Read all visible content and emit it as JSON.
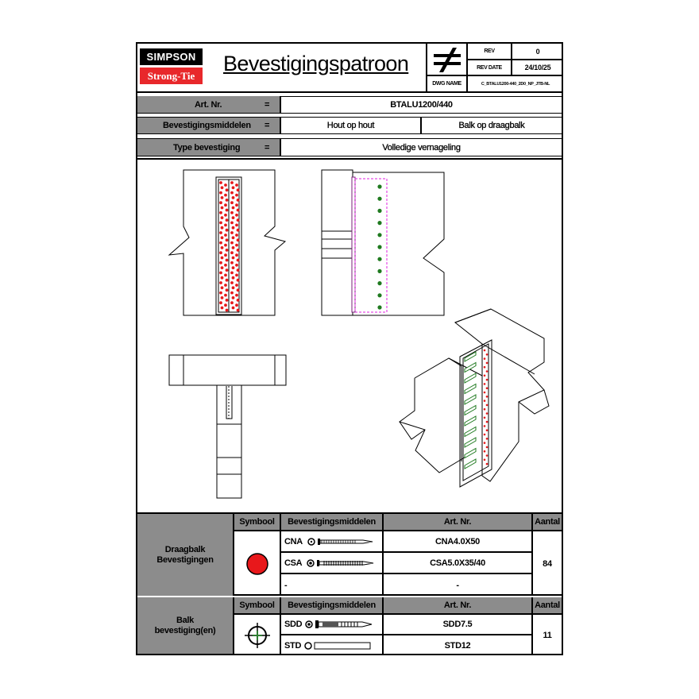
{
  "brand": {
    "line1": "SIMPSON",
    "line2": "Strong-Tie"
  },
  "title": "Bevestigingspatroon",
  "revision": {
    "rev_label": "REV",
    "rev_value": "0",
    "date_label": "REV DATE",
    "date_value": "24/10/25",
    "dwg_label": "DWG NAME",
    "dwg_value": "C_BTALU1200-440_2D0_NP_JTB-NL"
  },
  "info": {
    "art_label": "Art. Nr.",
    "art_value": "BTALU1200/440",
    "means_label": "Bevestigingsmiddelen",
    "means_value1": "Hout op hout",
    "means_value2": "Balk op draagbalk",
    "type_label": "Type bevestiging",
    "type_value": "Volledige vernageling",
    "equals": "="
  },
  "table1": {
    "group_label_line1": "Draagbalk",
    "group_label_line2": "Bevestigingen",
    "headers": {
      "symbol": "Symbool",
      "means": "Bevestigingsmiddelen",
      "art": "Art. Nr.",
      "count": "Aantal"
    },
    "rows": [
      {
        "code": "CNA",
        "art": "CNA4.0X50"
      },
      {
        "code": "CSA",
        "art": "CSA5.0X35/40"
      },
      {
        "code": "-",
        "art": "-"
      }
    ],
    "count": "84",
    "symbol_color": "#e8181b"
  },
  "table2": {
    "group_label_line1": "Balk",
    "group_label_line2": "bevestiging(en)",
    "headers": {
      "symbol": "Symbool",
      "means": "Bevestigingsmiddelen",
      "art": "Art. Nr.",
      "count": "Aantal"
    },
    "rows": [
      {
        "code": "SDD",
        "art": "SDD7.5"
      },
      {
        "code": "STD",
        "art": "STD12"
      }
    ],
    "count": "11",
    "symbol_color": "#2e7d32"
  },
  "colors": {
    "grey": "#8c8c8c",
    "red": "#e8181b",
    "green": "#1f7a1f",
    "magenta": "#e020e0"
  }
}
